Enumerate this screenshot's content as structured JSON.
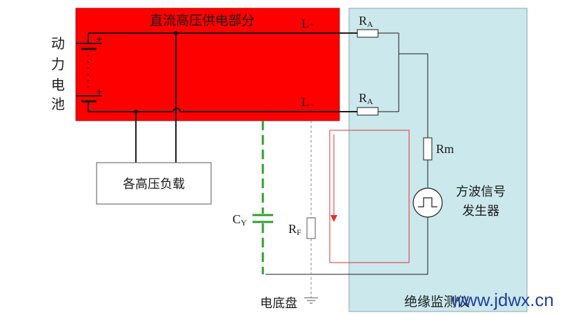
{
  "labels": {
    "hv_section": "直流高压供电部分",
    "battery_chars": [
      "动",
      "力",
      "电",
      "池"
    ],
    "l_plus_main": "L",
    "l_plus_sub": "+",
    "l_minus_main": "L",
    "l_minus_sub": "−",
    "ra_main": "R",
    "ra_sub": "A",
    "rm": "Rm",
    "cy_main": "C",
    "cy_sub": "Y",
    "rf_main": "R",
    "rf_sub": "F",
    "load": "各高压负载",
    "generator_line1": "方波信号",
    "generator_line2": "发生器",
    "chassis": "电底盘",
    "monitor": "绝缘监测仪",
    "watermark": "www.jdwx.cn"
  },
  "colors": {
    "hv_fill": "#ff0000",
    "monitor_fill": "#cbe8ec",
    "wire": "#1a1a1a",
    "green_dash": "#2e9e2e",
    "red_loop": "#e03030",
    "gray_dash": "#888888"
  }
}
